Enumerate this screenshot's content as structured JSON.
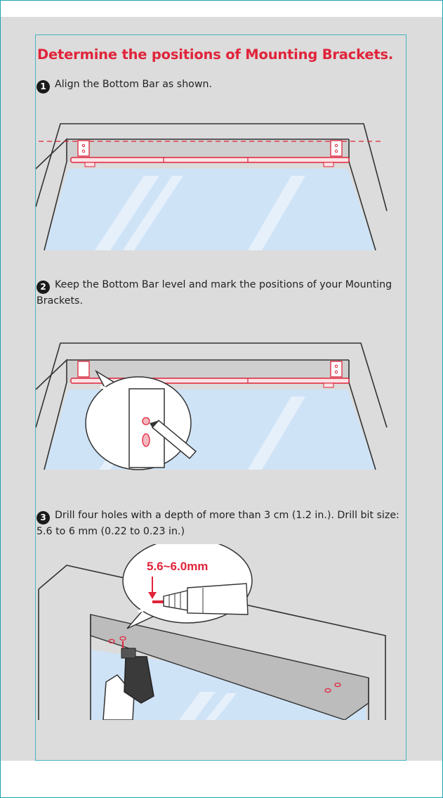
{
  "title": "Determine the positions of Mounting Brackets.",
  "steps": [
    {
      "number": "1",
      "text": "Align the Bottom Bar as shown."
    },
    {
      "number": "2",
      "text": "Keep the Bottom Bar level and mark the positions of your Mounting Brackets."
    },
    {
      "number": "3",
      "text": "Drill four holes with a depth of more than 3 cm (1.2 in.). Drill bit size: 5.6 to 6 mm (0.22 to 0.23 in.)"
    }
  ],
  "drill_callout": "5.6~6.0mm",
  "colors": {
    "accent": "#e0243a",
    "background": "#dcdcdc",
    "glass": "#cfe3f7",
    "frame": "#46b4c4"
  },
  "icons": [
    "bottom-bar-illustration",
    "bracket-mark-illustration",
    "drill-illustration"
  ]
}
